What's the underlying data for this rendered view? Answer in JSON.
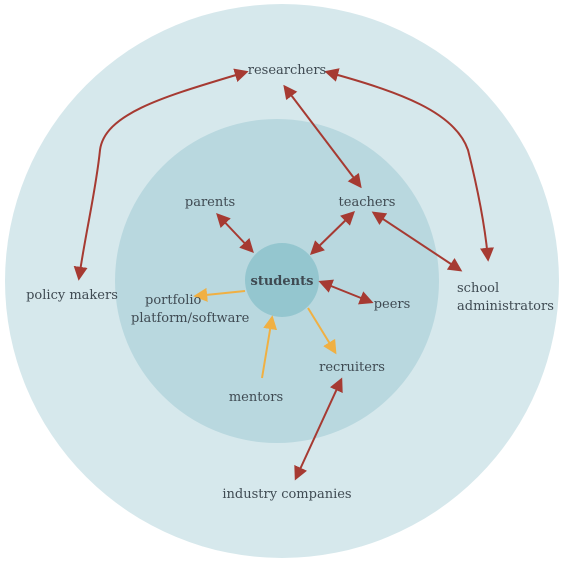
{
  "colors": {
    "outer_ring": "#d6e8ec",
    "inner_ring": "#b9d8df",
    "center": "#94c6cf",
    "red_arrow": "#a63a32",
    "orange_arrow": "#f0b043",
    "text": "#3f4a52"
  },
  "nodes": {
    "students": "students",
    "researchers": "researchers",
    "teachers": "teachers",
    "parents": "parents",
    "policy_makers": "policy makers",
    "school_line1": "school",
    "school_line2": "administrators",
    "portfolio_line1": "portfolio",
    "portfolio_line2": "platform/software",
    "peers": "peers",
    "recruiters": "recruiters",
    "mentors": "mentors",
    "industry_companies": "industry companies"
  }
}
